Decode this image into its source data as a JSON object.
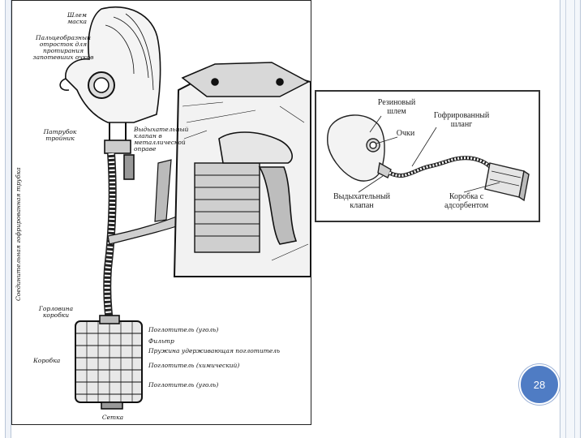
{
  "left_figure": {
    "labels": {
      "mask": "Шлем маска",
      "finger_ledge": "Пальцеобразный отросток для протирания запотевших очков",
      "tee_pipe": "Патрубок тройник",
      "exhale_valve": "Выдыхательный клапан в металлической оправе",
      "hose": "Соединительная гофрированная трубка",
      "neck": "Горловина коробки",
      "box": "Коробка",
      "absorber_top": "Поглотитель (уголь)",
      "filter": "Фильтр",
      "spring": "Пружина удерживающая поглотитель",
      "absorber_chem": "Поглотитель (химический)",
      "absorber_bottom": "Поглотитель (уголь)",
      "bottom": "Сетка"
    }
  },
  "right_figure": {
    "labels": {
      "helmet": "Резиновый шлем",
      "corrugated": "Гофрированный шланг",
      "goggles": "Очки",
      "valve": "Выдыхательный клапан",
      "box": "Коробка с адсорбентом"
    }
  },
  "page_number": "28",
  "colors": {
    "badge": "#4f7cc4",
    "frame": "#b9c6d8",
    "ink": "#111111"
  }
}
